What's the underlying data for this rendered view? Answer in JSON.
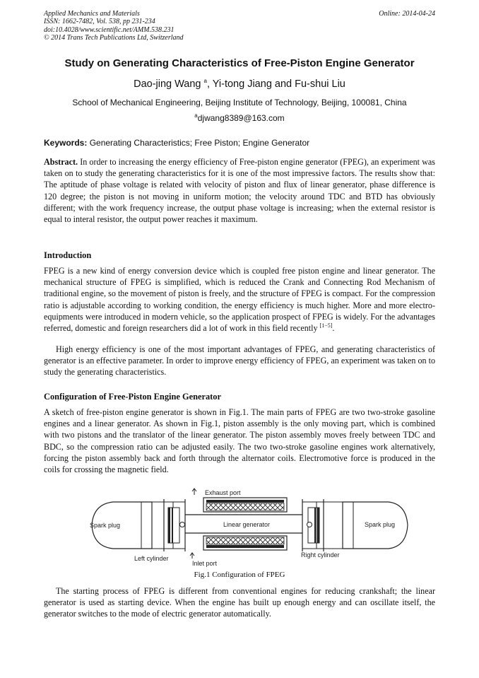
{
  "header": {
    "journal": "Applied Mechanics and Materials",
    "issn": "ISSN: 1662-7482, Vol. 538, pp 231-234",
    "doi": "doi:10.4028/www.scientific.net/AMM.538.231",
    "copyright": "© 2014 Trans Tech Publications Ltd, Switzerland",
    "online": "Online: 2014-04-24"
  },
  "title": "Study on Generating Characteristics of Free-Piston Engine Generator",
  "authors": {
    "first": "Dao-jing Wang ",
    "first_sup": "a",
    "rest": ", Yi-tong Jiang and Fu-shui Liu"
  },
  "affiliation": "School of Mechanical Engineering, Beijing Institute of Technology, Beijing, 100081, China",
  "email": {
    "sup": "a",
    "address": "djwang8389@163.com"
  },
  "keywords": {
    "label": "Keywords:",
    "text": " Generating Characteristics; Free Piston; Engine Generator"
  },
  "abstract": {
    "label": "Abstract.",
    "text": " In order to increasing the energy efficiency of Free-piston engine generator (FPEG), an experiment was taken on to study the generating characteristics for it is one of the most impressive factors. The results show that: The aptitude of phase voltage is related with velocity of piston and flux of linear generator, phase difference is 120 degree; the piston is not moving in uniform motion; the velocity around TDC and BTD has obviously different; with the work frequency increase, the output phase voltage is increasing; when the external resistor is equal to interal resistor, the output power reaches it maximum."
  },
  "introduction": {
    "heading": "Introduction",
    "p1": "FPEG is a new kind of energy conversion device which is coupled free piston engine and linear generator. The mechanical structure of FPEG is simplified, which is reduced the Crank and Connecting Rod Mechanism of traditional engine, so the movement of piston is freely, and the structure of FPEG is compact. For the compression ratio is adjustable according to working condition, the energy efficiency is much higher. More and more electro-equipments were introduced in modern vehicle, so the application prospect of FPEG is widely. For the advantages referred, domestic and foreign researchers did a lot of work in this field recently ",
    "p1_ref": "[1−5]",
    "p1_end": ".",
    "p2": "High energy efficiency is one of the most important advantages of FPEG, and generating characteristics of generator is an effective parameter. In order to improve energy efficiency of FPEG, an experiment was taken on to study the generating characteristics."
  },
  "configuration": {
    "heading": "Configuration of Free-Piston Engine Generator",
    "p1": "A sketch of free-piston engine generator is shown in Fig.1. The main parts of FPEG are two two-stroke gasoline engines and a linear generator. As shown in Fig.1, piston assembly is the only moving part, which is combined with two pistons and the translator of the linear generator. The piston assembly moves freely between TDC and BDC, so the compression ratio can be adjusted easily. The two two-stroke gasoline engines work alternatively, forcing the piston assembly back and forth through the alternator coils. Electromotive force is produced in the coils for crossing the magnetic field."
  },
  "figure": {
    "labels": {
      "exhaust_port": "Exhaust port",
      "spark_plug_left": "Spark plug",
      "spark_plug_right": "Spark plug",
      "linear_generator": "Linear generator",
      "left_cylinder": "Left cylinder",
      "right_cylinder": "Right cylinder",
      "inlet_port": "Inlet port"
    },
    "caption": "Fig.1 Configuration of FPEG"
  },
  "closing": {
    "p1": "The starting process of FPEG is different from conventional engines for reducing crankshaft; the linear generator is used as starting device. When the engine has built up enough energy and can oscillate itself, the generator switches to the mode of electric generator automatically."
  }
}
